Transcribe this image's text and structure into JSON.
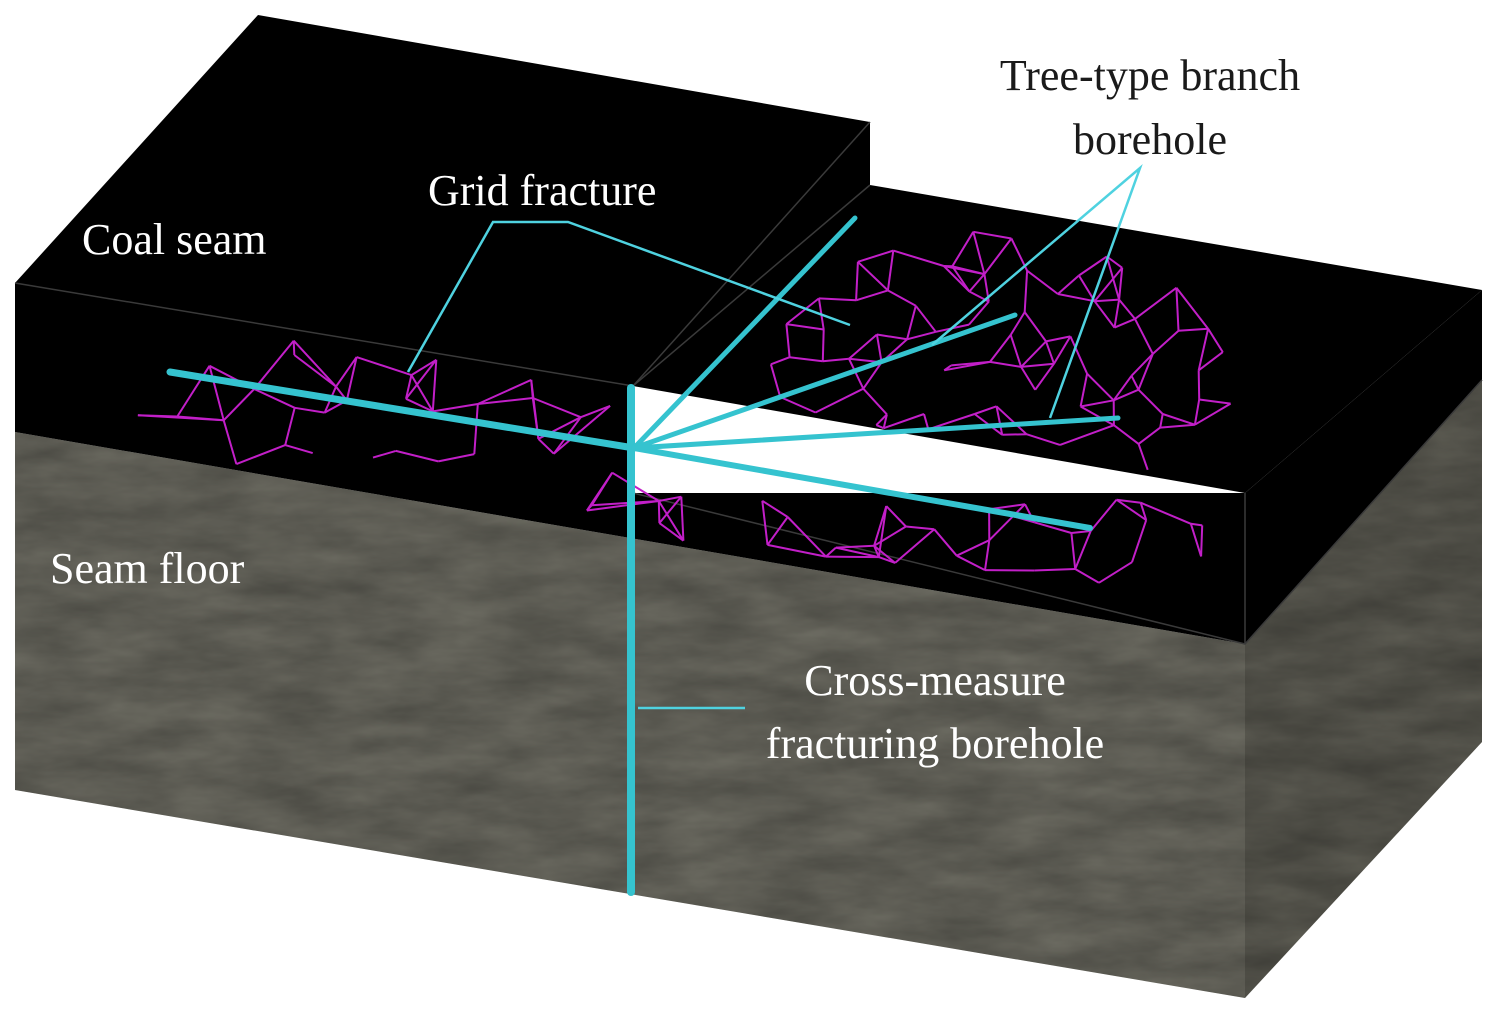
{
  "labels": {
    "coal_seam": "Coal seam",
    "grid_fracture": "Grid fracture",
    "seam_floor": "Seam floor",
    "tree_branch_line1": "Tree-type branch",
    "tree_branch_line2": "borehole",
    "cross_measure_line1": "Cross-measure",
    "cross_measure_line2": "fracturing borehole"
  },
  "colors": {
    "coal": "#000000",
    "floor": "#6f6e64",
    "floor_side": "#5d5c53",
    "fracture": "#c21fc8",
    "borehole": "#35c3cf",
    "leader": "#4fd2e0"
  }
}
